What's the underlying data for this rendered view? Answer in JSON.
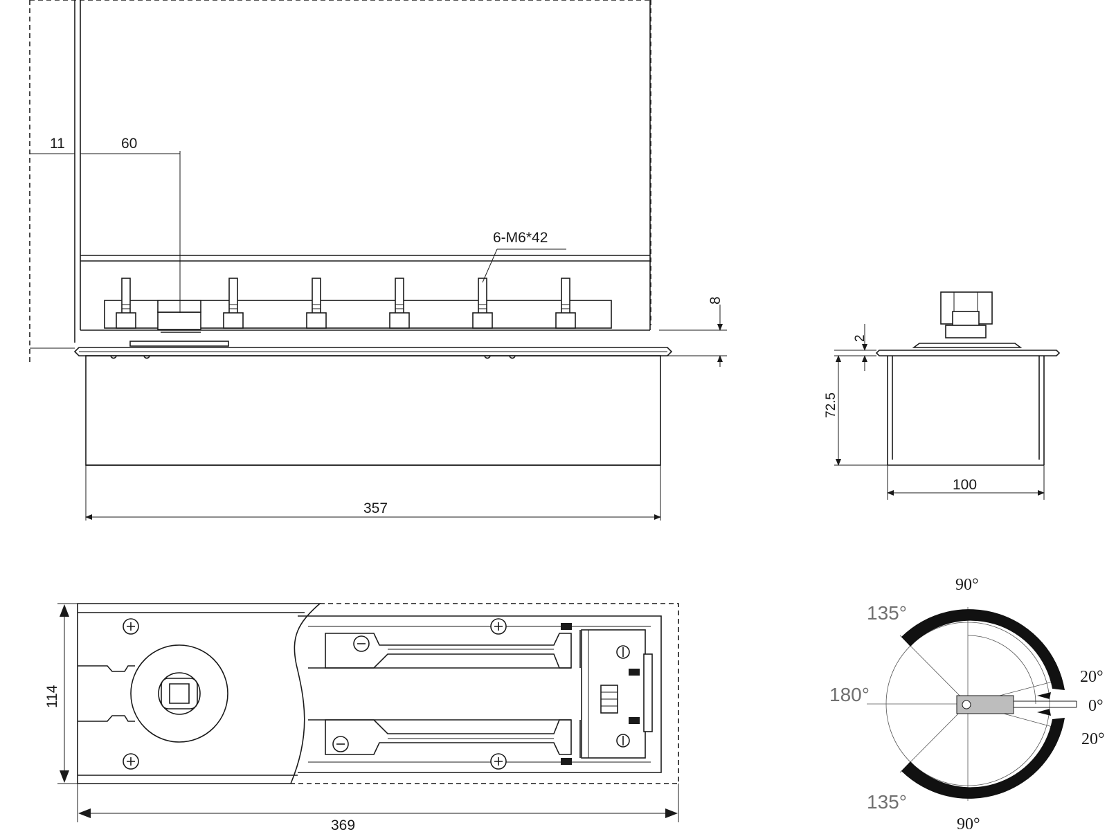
{
  "dimensions": {
    "offset_11": "11",
    "offset_60": "60",
    "bolts": "6-M6*42",
    "depth_8": "8",
    "length_357": "357",
    "plate_2": "2",
    "height_72_5": "72.5",
    "width_100": "100",
    "width_114": "114",
    "length_369": "369"
  },
  "angles": {
    "top_90": "90°",
    "bottom_90": "90°",
    "upper_135": "135°",
    "lower_135": "135°",
    "left_180": "180°",
    "right_0": "0°",
    "upper_20": "20°",
    "lower_20": "20°"
  },
  "colors": {
    "line": "#1a1a1a",
    "arc_fill": "#111111",
    "arm_fill": "#bdbdbd",
    "grey_text": "#707070"
  }
}
